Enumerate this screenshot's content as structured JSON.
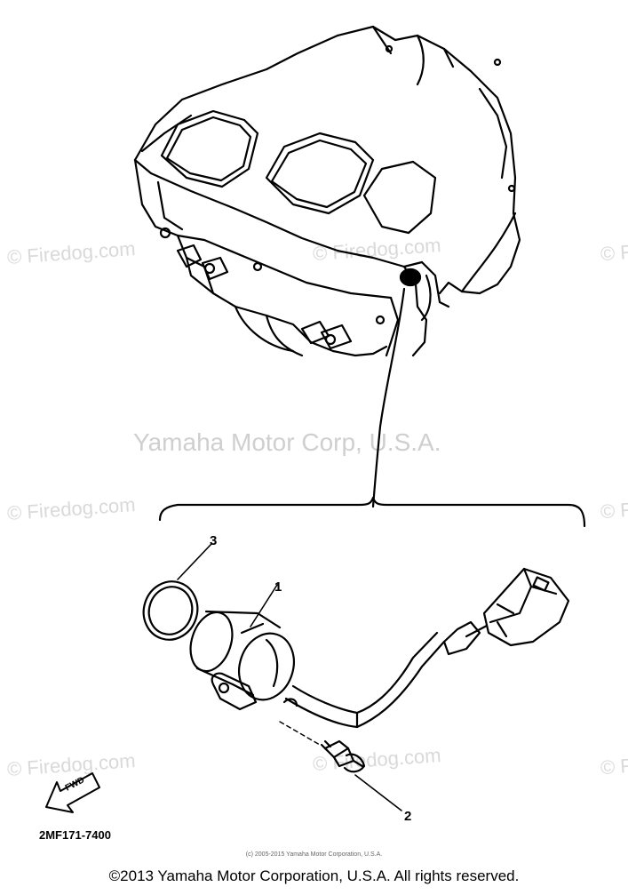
{
  "watermarks": {
    "site": "© Firedog.com",
    "site_partial": "© F",
    "center": "Yamaha Motor Corp, U.S.A."
  },
  "callouts": {
    "part1": "1",
    "part2": "2",
    "part3": "3"
  },
  "fwd_label": "FWD",
  "diagram_code": "2MF171-7400",
  "small_credit": "(c) 2005-2015 Yamaha Motor Corporation, U.S.A.",
  "copyright": "©2013 Yamaha Motor Corporation, U.S.A. All rights reserved."
}
